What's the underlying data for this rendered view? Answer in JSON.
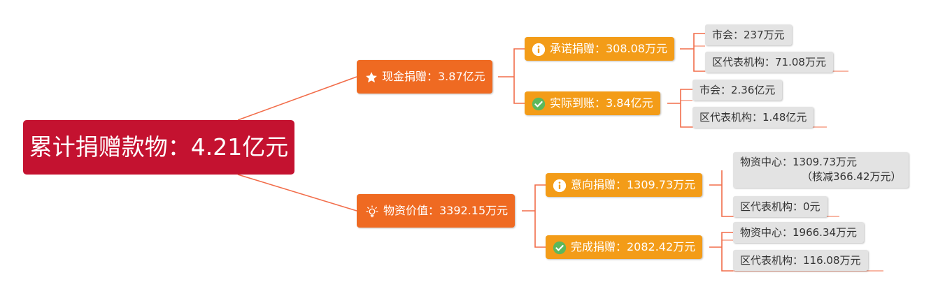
{
  "root": {
    "label": "累计捐赠款物：4.21亿元"
  },
  "cash": {
    "label": "现金捐赠：3.87亿元",
    "icon": "star-icon",
    "pledged": {
      "label": "承诺捐赠：308.08万元",
      "icon": "info-icon",
      "leaves": [
        "市会：237万元",
        "区代表机构：71.08万元"
      ]
    },
    "received": {
      "label": "实际到账：3.84亿元",
      "icon": "check-icon",
      "leaves": [
        "市会：2.36亿元",
        "区代表机构：1.48亿元"
      ]
    }
  },
  "goods": {
    "label": "物资价值：3392.15万元",
    "icon": "lightbulb-icon",
    "intended": {
      "label": "意向捐赠：1309.73万元",
      "icon": "info-icon",
      "leaf_center": {
        "line1": "物资中心：1309.73万元",
        "line2": "（核减366.42万元）"
      },
      "leaf_district": "区代表机构：0元"
    },
    "completed": {
      "label": "完成捐赠：2082.42万元",
      "icon": "check-icon",
      "leaves": [
        "物资中心：1966.34万元",
        "区代表机构：116.08万元"
      ]
    }
  },
  "colors": {
    "root": "#c41230",
    "level1": "#ef6a22",
    "level2": "#f39c18",
    "leaf": "#e3e3e3",
    "connector": "#f26d4a",
    "check": "#5cb85c"
  }
}
